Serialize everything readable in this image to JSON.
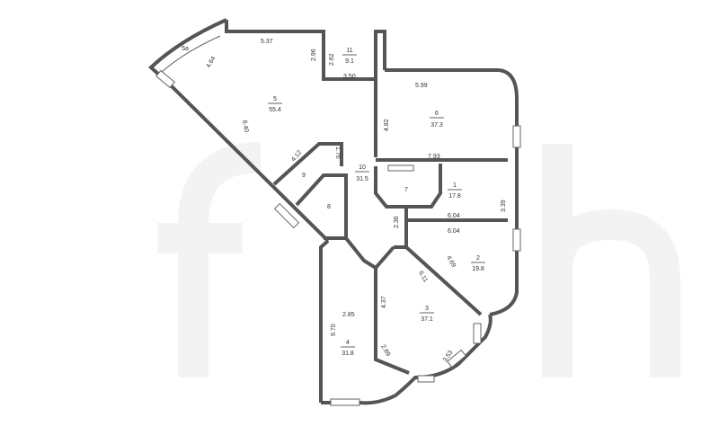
{
  "rooms": [
    {
      "number": "5a",
      "area": ""
    },
    {
      "number": "5",
      "area": "55.4"
    },
    {
      "number": "11",
      "area": "9.1"
    },
    {
      "number": "6",
      "area": "37.3"
    },
    {
      "number": "10",
      "area": "31.5"
    },
    {
      "number": "9",
      "area": ""
    },
    {
      "number": "8",
      "area": ""
    },
    {
      "number": "7",
      "area": ""
    },
    {
      "number": "1",
      "area": "17.8"
    },
    {
      "number": "2",
      "area": "19.8"
    },
    {
      "number": "3",
      "area": "37.1"
    },
    {
      "number": "4",
      "area": "31.8"
    }
  ],
  "dimensions": {
    "d_5_37": "5.37",
    "d_4_64": "4.64",
    "d_2_96": "2.96",
    "d_2_62": "2.62",
    "d_3_50": "3.50",
    "d_5_99": "5.99",
    "d_4_82": "4.82",
    "d_8_40": "8.40",
    "d_4_12": "4.12",
    "d_1_76": "1.76",
    "d_7_93": "7.93",
    "d_3_39": "3.39",
    "d_2_36": "2.36",
    "d_6_04a": "6.04",
    "d_6_04b": "6.04",
    "d_4_69": "4.69",
    "d_6_11": "6.11",
    "d_4_37": "4.37",
    "d_2_85": "2.85",
    "d_9_70": "9.70",
    "d_2_89": "2.89",
    "d_3_53": "3.53"
  },
  "watermark": "fh"
}
